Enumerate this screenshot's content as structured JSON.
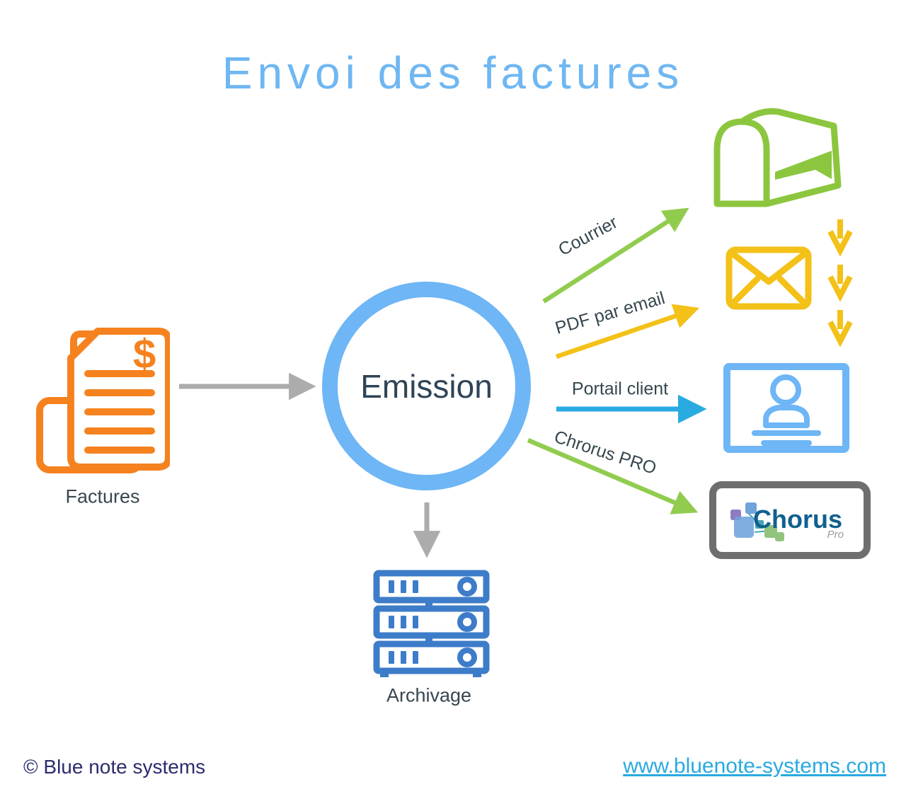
{
  "title": "Envoi des factures",
  "source": {
    "label": "Factures",
    "dollar_glyph": "$"
  },
  "hub": {
    "label": "Emission"
  },
  "archive": {
    "label": "Archivage"
  },
  "channels": [
    {
      "label": "Courrier"
    },
    {
      "label": "PDF par email"
    },
    {
      "label": "Portail client"
    },
    {
      "label": "Chrorus PRO"
    }
  ],
  "chorus_logo": {
    "brand": "Chorus",
    "sub": "Pro"
  },
  "footer": {
    "copyright": "© Blue note systems",
    "website": "www.bluenote-systems.com"
  },
  "icons": {
    "invoice-icon": "document with dollar sign",
    "mailbox-icon": "postal mailbox",
    "envelope-icon": "email envelope",
    "down-arrows-icon": "three downward chevron arrows",
    "client-portal-icon": "card with person silhouette",
    "chorus-pro-logo": "Chorus Pro badge",
    "server-icon": "archive server stack"
  },
  "colors": {
    "title_blue": "#6FB7F2",
    "accent_blue": "#6EB6F5",
    "orange": "#F5821F",
    "green": "#8CC63F",
    "arrow_green": "#92CC4F",
    "yellow": "#F3C118",
    "cyan": "#29ABE2",
    "server_blue": "#3D7CC9",
    "gray_arrow": "#ACACAC",
    "dark_text": "#37474F",
    "footer_navy": "#2B2D6E",
    "chorus_border_gray": "#6E6E6E",
    "chorus_text_blue": "#11608F"
  }
}
